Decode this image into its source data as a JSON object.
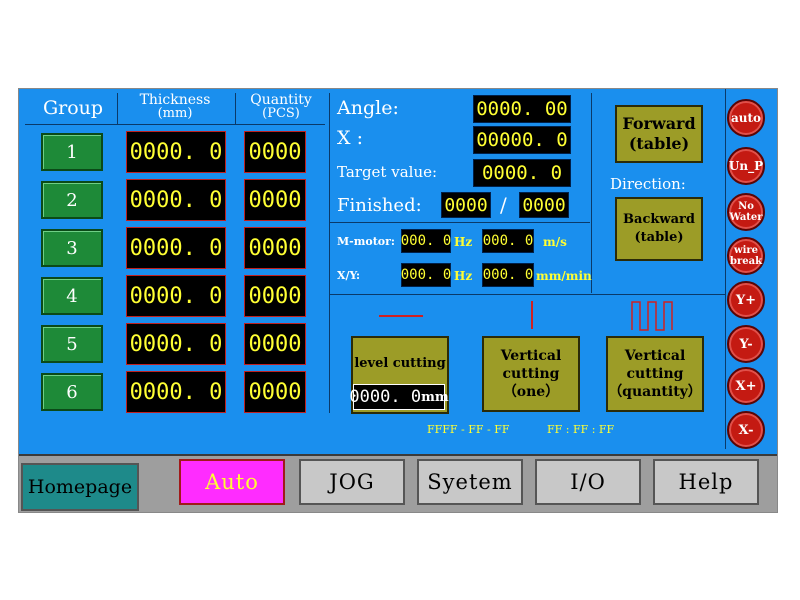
{
  "group_table": {
    "headers": {
      "group": "Group",
      "thickness_1": "Thickness",
      "thickness_2": "(mm)",
      "quantity_1": "Quantity",
      "quantity_2": "(PCS)"
    },
    "rows": [
      {
        "group": "1",
        "thickness": "0000. 0",
        "quantity": "0000"
      },
      {
        "group": "2",
        "thickness": "0000. 0",
        "quantity": "0000"
      },
      {
        "group": "3",
        "thickness": "0000. 0",
        "quantity": "0000"
      },
      {
        "group": "4",
        "thickness": "0000. 0",
        "quantity": "0000"
      },
      {
        "group": "5",
        "thickness": "0000. 0",
        "quantity": "0000"
      },
      {
        "group": "6",
        "thickness": "0000. 0",
        "quantity": "0000"
      }
    ]
  },
  "status": {
    "angle_label": "Angle:",
    "angle_value": "0000. 00",
    "x_label": "X :",
    "x_value": "00000. 0",
    "target_label": "Target value:",
    "target_value": "0000. 0",
    "finished_label": "Finished:",
    "finished_value": "0000",
    "finished_sep": "/",
    "finished_total": "0000",
    "mmotor_label": "M-motor:",
    "mmotor_hz": "000. 0",
    "mmotor_hz_unit": "Hz",
    "mmotor_speed": "000. 0",
    "mmotor_speed_unit": "m/s",
    "xy_label": "X/Y:",
    "xy_hz": "000. 0",
    "xy_hz_unit": "Hz",
    "xy_speed": "000. 0",
    "xy_speed_unit": "mm/min"
  },
  "direction": {
    "forward_1": "Forward",
    "forward_2": "(table)",
    "label": "Direction:",
    "backward_1": "Backward",
    "backward_2": "(table)"
  },
  "cutting": {
    "level_label": "level cutting",
    "level_value": "0000. 0",
    "level_unit": "mm",
    "vertical_one_1": "Vertical",
    "vertical_one_2": "cutting",
    "vertical_one_3": "（one）",
    "vertical_qty_1": "Vertical",
    "vertical_qty_2": "cutting",
    "vertical_qty_3": "（quantity）"
  },
  "codes": {
    "left": "FFFF - FF - FF",
    "right": "FF : FF : FF"
  },
  "side_buttons": [
    {
      "label_1": "auto",
      "label_2": ""
    },
    {
      "label_1": "Un_P",
      "label_2": ""
    },
    {
      "label_1": "No",
      "label_2": "Water"
    },
    {
      "label_1": "wire",
      "label_2": "break"
    },
    {
      "label_1": "Y+",
      "label_2": ""
    },
    {
      "label_1": "Y-",
      "label_2": ""
    },
    {
      "label_1": "X+",
      "label_2": ""
    },
    {
      "label_1": "X-",
      "label_2": ""
    }
  ],
  "tabs": {
    "homepage": "Homepage",
    "auto": "Auto",
    "jog": "JOG",
    "system": "Syetem",
    "io": "I/O",
    "help": "Help"
  },
  "colors": {
    "screen_bg": "#1a8fee",
    "lcd_bg": "#000000",
    "lcd_text": "#ffff33",
    "group_button": "#1e8a38",
    "olive_button": "#9c9c27",
    "red_button": "#c41a12",
    "active_tab": "#ff2cff",
    "homepage_tab": "#1e8a8a"
  }
}
